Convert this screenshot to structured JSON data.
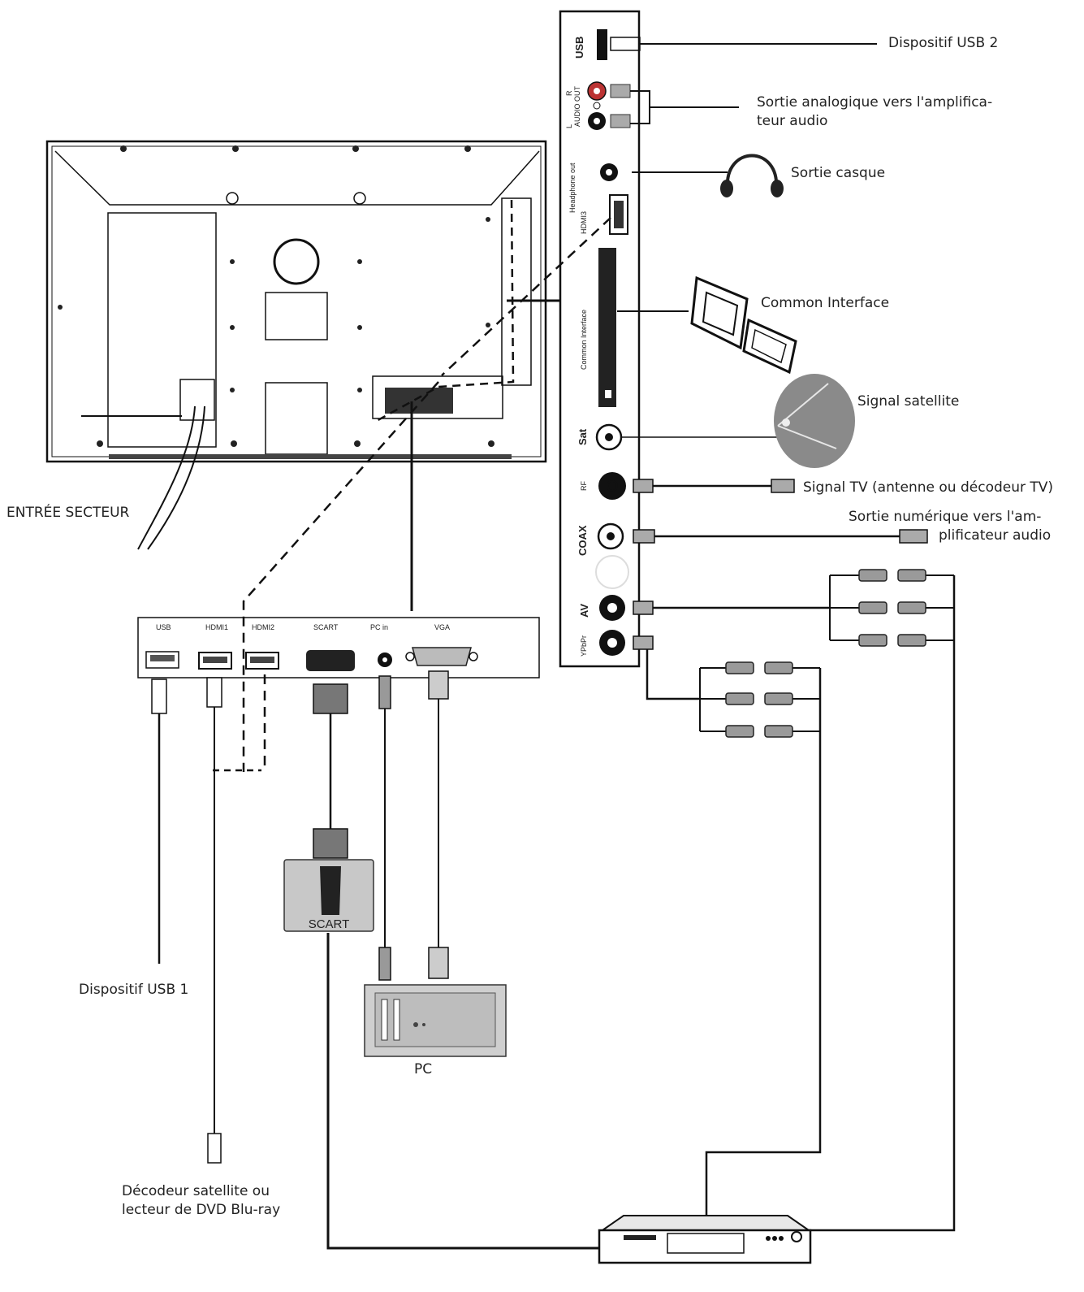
{
  "side_panel": {
    "usb": "USB",
    "audio_r": "R",
    "audio_out": "AUDIO OUT",
    "audio_l": "L",
    "headphone": "Headphone out",
    "hdmi3": "HDMI3",
    "common_interface": "Common Interface",
    "sat": "Sat",
    "rf": "RF",
    "coax": "COAX",
    "av": "AV",
    "ypbpr": "YPbPr"
  },
  "bottom_panel": {
    "usb": "USB",
    "hdmi1": "HDMI1",
    "hdmi2": "HDMI2",
    "scart": "SCART",
    "pc_in": "PC in",
    "vga": "VGA"
  },
  "callouts": {
    "usb2": "Dispositif USB 2",
    "audio_analog_1": "Sortie analogique vers l'amplifica-",
    "audio_analog_2": "teur audio",
    "headphone": "Sortie casque",
    "common_interface": "Common Interface",
    "satellite": "Signal satellite",
    "tv_signal": "Signal TV (antenne ou décodeur TV)",
    "digital_1": "Sortie numérique vers l'am-",
    "digital_2": "plificateur audio",
    "mains": "ENTRÉE SECTEUR",
    "usb1": "Dispositif USB 1",
    "scart_device": "SCART",
    "pc": "PC",
    "decoder_1": "Décodeur satellite ou",
    "decoder_2": "lecteur de DVD Blu-ray"
  }
}
